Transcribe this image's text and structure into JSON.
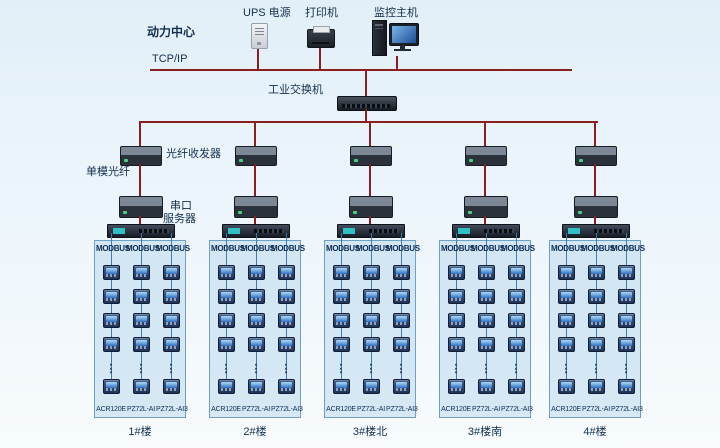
{
  "labels": {
    "power_center": "动力中心",
    "ups": "UPS 电源",
    "printer": "打印机",
    "monitor_host": "监控主机",
    "tcpip": "TCP/IP",
    "industrial_switch": "工业交换机",
    "fiber_transceiver": "光纤收发器",
    "single_mode_fiber": "单模光纤",
    "serial_server_line1": "串口",
    "serial_server_line2": "服务器"
  },
  "panel_common": {
    "bus_label": "MODBUS",
    "columns": [
      "ACR120E",
      "PZ72L-AI",
      "PZ72L-AI3"
    ],
    "ellipsis": "⋮"
  },
  "panels": [
    {
      "building": "1#楼"
    },
    {
      "building": "2#楼"
    },
    {
      "building": "3#楼北"
    },
    {
      "building": "3#楼南"
    },
    {
      "building": "4#楼"
    }
  ],
  "colors": {
    "trunk_line": "#8a1f1f",
    "branch_line": "#3f7cae",
    "panel_fill": "#cfe3f2",
    "screen_blue": "#2e6fc2"
  }
}
